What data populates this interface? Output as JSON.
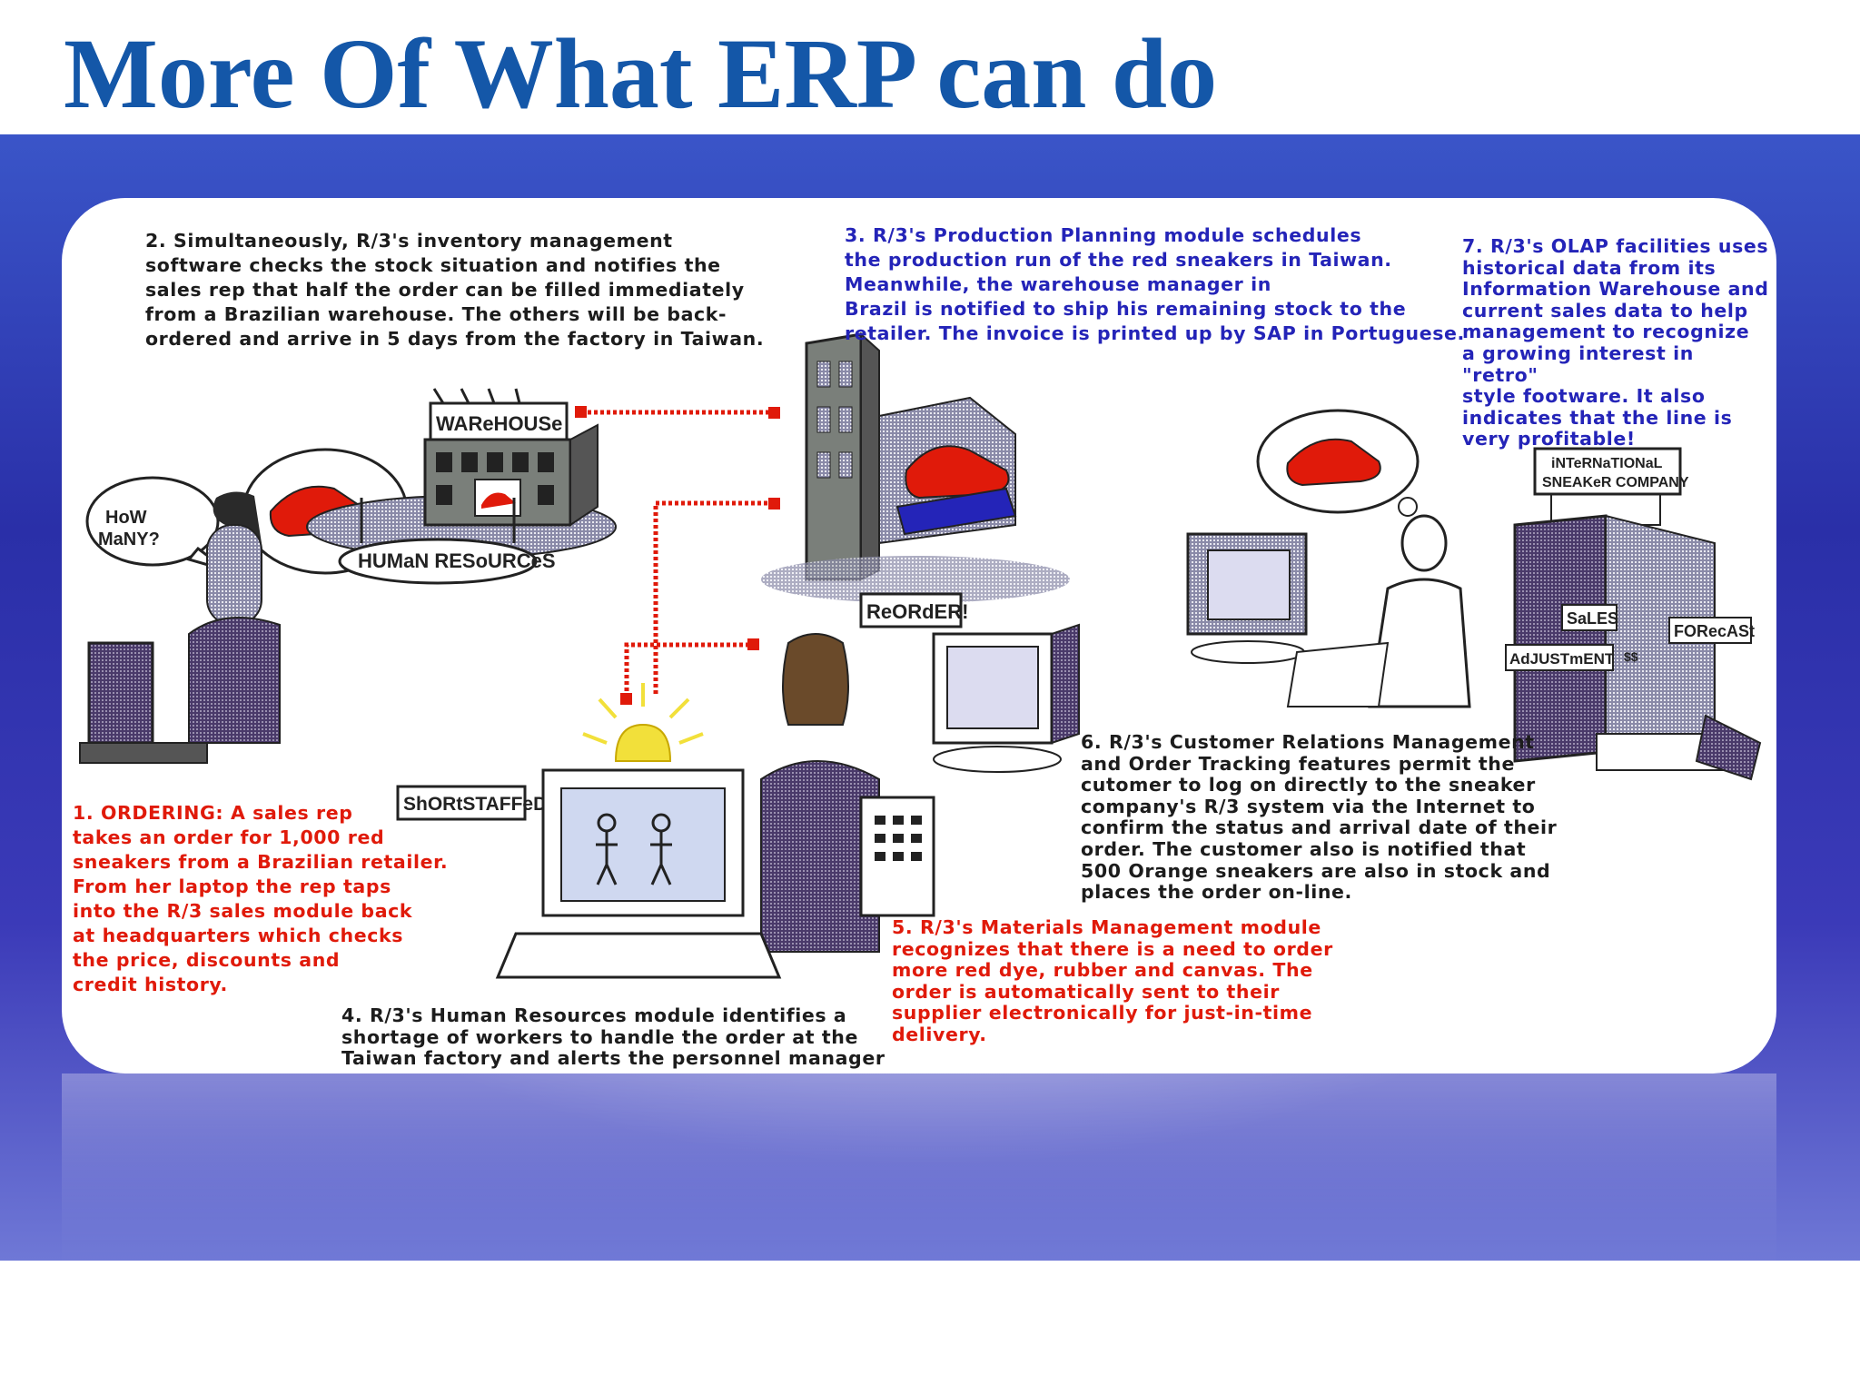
{
  "title": "More Of What ERP can do",
  "colors": {
    "title": "#1457a8",
    "connector": "#e01a0a",
    "step_black": "#1c1c1c",
    "step_blue": "#2424b8",
    "step_red": "#e01a0a",
    "step_purple": "#5a1a7a"
  },
  "illustration_labels": {
    "how_many": "HoW\nMaNY?",
    "warehouse": "WAReHOUSe",
    "human_resources": "HUMaN RESoURCeS",
    "shortstaffed": "ShORtSTAFFeD!",
    "reorder": "ReORdER!",
    "international": "iNTeRNaTIONaL",
    "sneaker_company": "SNEAKeR COMPANY",
    "sales": "SaLES",
    "forecast": "FORecASt",
    "adjustment": "AdJUSTmENT",
    "dollars": "$$"
  },
  "steps": [
    {
      "id": "step-1",
      "text": "1. ORDERING: A sales rep\ntakes an order for 1,000 red\nsneakers from a Brazilian retailer.\nFrom her laptop the rep taps\ninto the R/3 sales module back\nat headquarters which checks\nthe price, discounts and\ncredit history."
    },
    {
      "id": "step-2",
      "text": "2. Simultaneously, R/3's inventory management\nsoftware checks the stock situation and notifies the\nsales rep that half the order can be filled immediately\nfrom a Brazilian warehouse. The others will be back-\nordered and arrive in 5 days from the factory in Taiwan."
    },
    {
      "id": "step-3",
      "text": "3. R/3's Production Planning module schedules\nthe production run of the red sneakers in Taiwan.\nMeanwhile, the warehouse manager in\nBrazil is notified to ship his remaining stock to the\nretailer. The invoice is printed up by SAP in Portuguese."
    },
    {
      "id": "step-4",
      "text": "4. R/3's Human Resources module identifies a\nshortage of workers to handle the order at the\nTaiwan factory and alerts the personnel manager"
    },
    {
      "id": "step-5",
      "text": "5. R/3's Materials Management module\nrecognizes that there is a need to order\nmore red dye, rubber and canvas. The\norder is automatically sent to their\nsupplier electronically for just-in-time\ndelivery."
    },
    {
      "id": "step-6",
      "text": "6. R/3's Customer Relations Management\nand Order Tracking features permit the\ncutomer to log on directly to the sneaker\ncompany's R/3 system via the Internet to\nconfirm the status and arrival date of their\norder. The customer also is notified that\n500 Orange sneakers are also in stock and\nplaces the order on-line."
    },
    {
      "id": "step-7",
      "text": "7. R/3's OLAP facilities uses\nhistorical data from its\nInformation Warehouse and\ncurrent sales data to help\nmanagement to recognize\na growing interest in \"retro\"\nstyle footware. It also\nindicates that the line is\nvery profitable!"
    }
  ]
}
